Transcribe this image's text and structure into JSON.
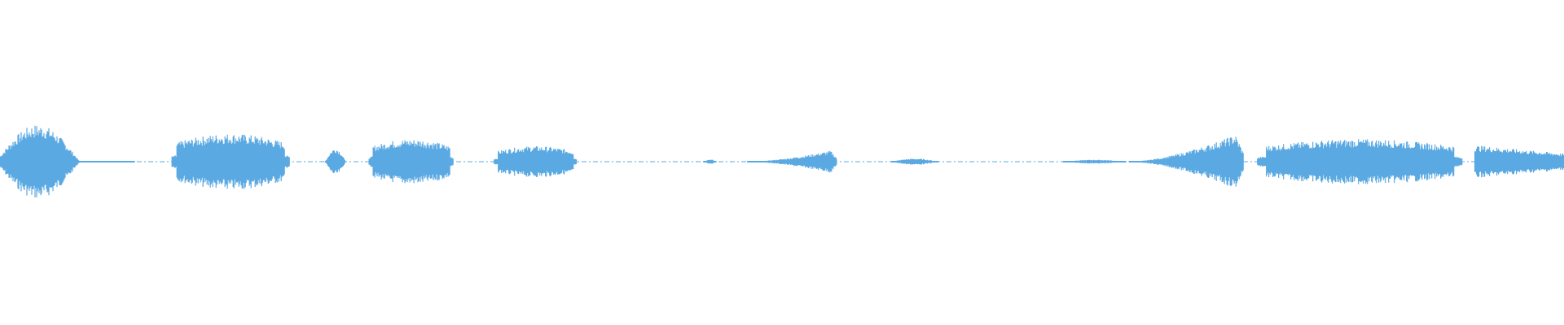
{
  "waveform": {
    "color": "#5aa9e2",
    "background": "#ffffff",
    "segments": [
      {
        "start": 0.0,
        "end": 0.086,
        "peak": 0.95,
        "shape": "hump-left"
      },
      {
        "start": 0.11,
        "end": 0.185,
        "peak": 0.72,
        "shape": "plateau"
      },
      {
        "start": 0.208,
        "end": 0.221,
        "peak": 0.35,
        "shape": "spike"
      },
      {
        "start": 0.236,
        "end": 0.29,
        "peak": 0.58,
        "shape": "plateau"
      },
      {
        "start": 0.316,
        "end": 0.369,
        "peak": 0.4,
        "shape": "plateau"
      },
      {
        "start": 0.45,
        "end": 0.458,
        "peak": 0.06,
        "shape": "spike"
      },
      {
        "start": 0.478,
        "end": 0.535,
        "peak": 0.32,
        "shape": "rise"
      },
      {
        "start": 0.57,
        "end": 0.6,
        "peak": 0.08,
        "shape": "spike"
      },
      {
        "start": 0.68,
        "end": 0.72,
        "peak": 0.05,
        "shape": "spike"
      },
      {
        "start": 0.722,
        "end": 0.795,
        "peak": 0.78,
        "shape": "rise"
      },
      {
        "start": 0.804,
        "end": 0.935,
        "peak": 0.58,
        "shape": "plateau"
      },
      {
        "start": 0.943,
        "end": 1.0,
        "peak": 0.42,
        "shape": "fall"
      }
    ],
    "noise_floor": 0.02
  }
}
